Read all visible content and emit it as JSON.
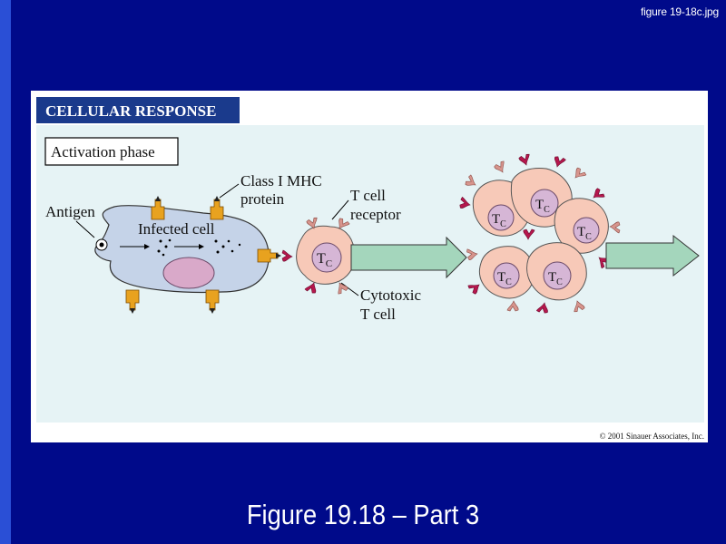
{
  "file_label": "figure 19-18c.jpg",
  "figure": {
    "header": "CELLULAR RESPONSE",
    "phase_label": "Activation phase",
    "labels": {
      "antigen": "Antigen",
      "infected_cell": "Infected cell",
      "class_mhc_line1": "Class I MHC",
      "class_mhc_line2": "protein",
      "tcr_line1": "T cell",
      "tcr_line2": "receptor",
      "cytotoxic_line1": "Cytotoxic",
      "cytotoxic_line2": "T cell",
      "tc_main": "T",
      "tc_sub": "C"
    },
    "copyright": "© 2001 Sinauer Associates, Inc.",
    "colors": {
      "header_bg": "#1a3a8c",
      "panel_bg": "#e6f3f5",
      "infected_cell": "#c5d3e8",
      "nucleus": "#d9a9c9",
      "t_cell": "#f7c9b8",
      "t_nucleus": "#d6b6d6",
      "arrow": "#a4d6bc",
      "mhc_protein": "#e8a21f",
      "receptor": "#b5174d"
    }
  },
  "caption": "Figure 19.18 – Part 3"
}
